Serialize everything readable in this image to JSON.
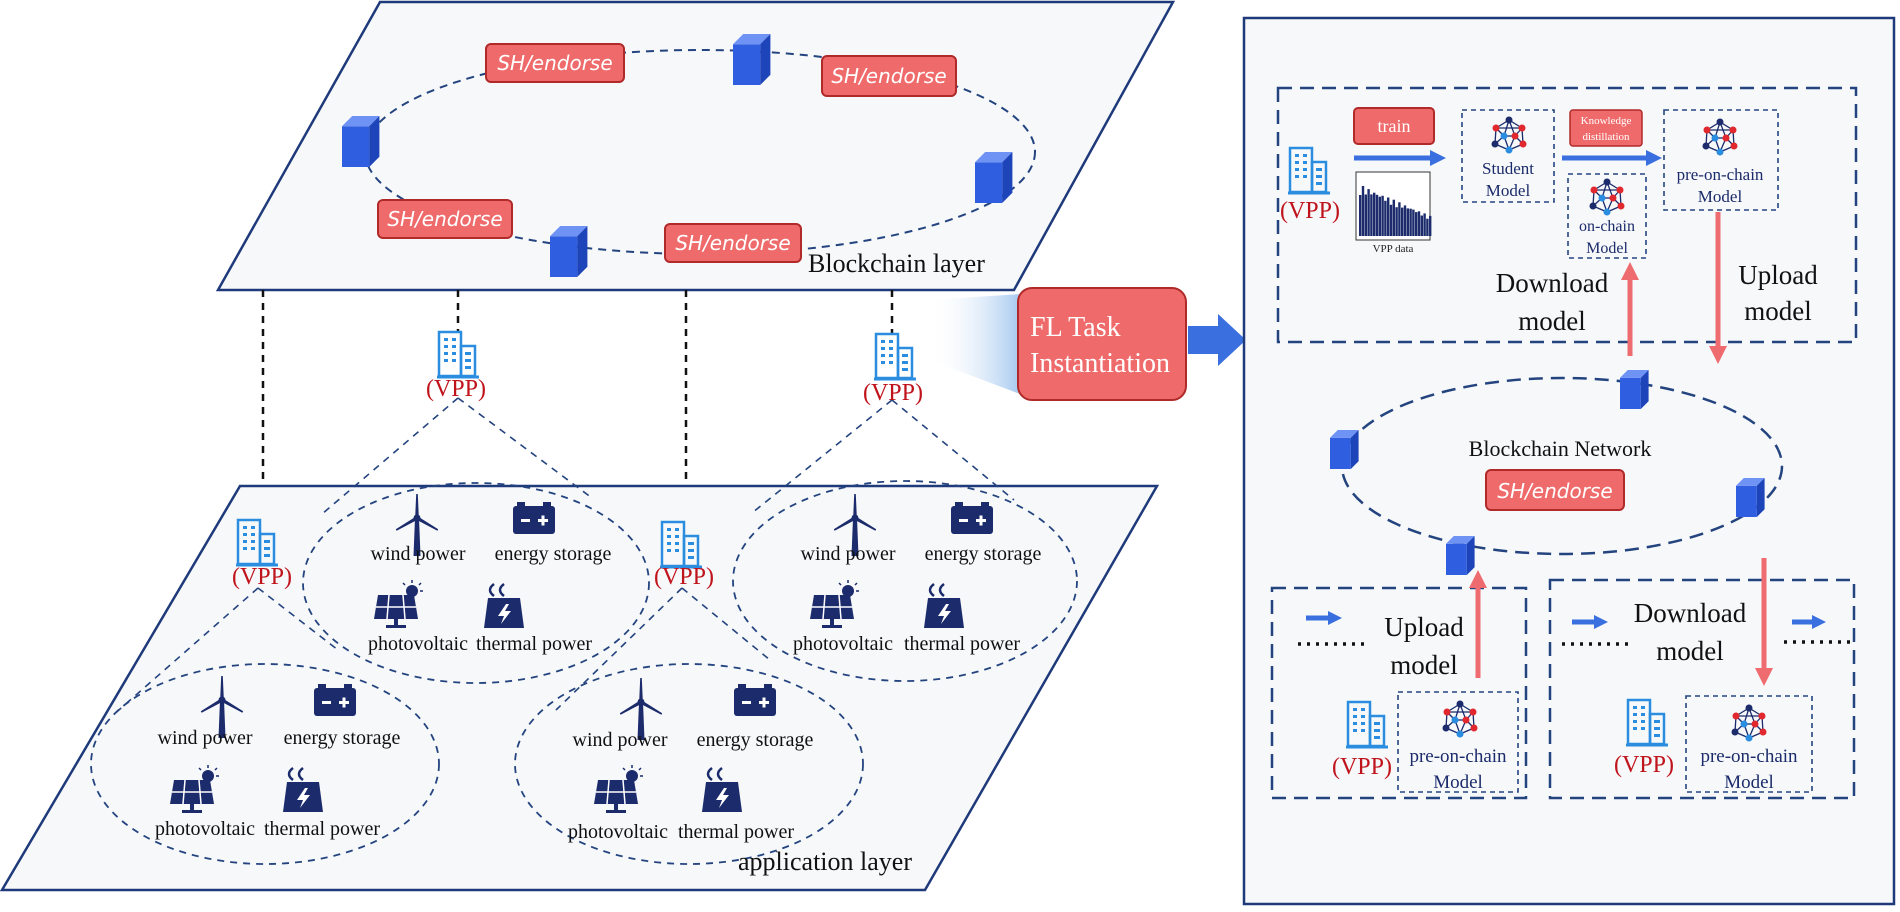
{
  "colors": {
    "plane_fill": "#f7f8fa",
    "plane_stroke": "#1f3a7a",
    "dash_blue": "#24447f",
    "badge_fill": "#ef6b6b",
    "badge_stroke": "#b02a2a",
    "badge_text": "#ffffff",
    "cube": "#2f5fe0",
    "icon_navy": "#1b2b6b",
    "icon_building": "#2b8de0",
    "vpp_red": "#c0141c",
    "text": "#111111",
    "arrow_blue": "#3a6fe0",
    "arrow_pink": "#ee6b70",
    "connector_black": "#111111"
  },
  "left": {
    "blockchain_layer": {
      "label": "Blockchain layer",
      "endorse_badges": [
        "SH/endorse",
        "SH/endorse",
        "SH/endorse",
        "SH/endorse"
      ]
    },
    "vpp_label": "(VPP)",
    "application_layer": {
      "label": "application layer",
      "clusters": [
        {
          "wind": "wind power",
          "storage": "energy storage",
          "pv": "photovoltaic",
          "thermal": "thermal power"
        },
        {
          "wind": "wind power",
          "storage": "energy storage",
          "pv": "photovoltaic",
          "thermal": "thermal power"
        },
        {
          "wind": "wind power",
          "storage": "energy storage",
          "pv": "photovoltaic",
          "thermal": "thermal power"
        },
        {
          "wind": "wind power",
          "storage": "energy storage",
          "pv": "photovoltaic",
          "thermal": "thermal power"
        }
      ]
    }
  },
  "fl_task": {
    "line1": "FL Task",
    "line2": "Instantiation"
  },
  "right": {
    "top_box": {
      "vpp": "(VPP)",
      "train": "train",
      "vpp_data": "VPP data",
      "student_line1": "Student",
      "student_line2": "Model",
      "kd_line1": "Knowledge",
      "kd_line2": "distillation",
      "pre_line1": "pre-on-chain",
      "pre_line2": "Model",
      "on_line1": "on-chain",
      "on_line2": "Model"
    },
    "download_line1": "Download",
    "download_line2": "model",
    "upload_line1": "Upload",
    "upload_line2": "model",
    "network": {
      "title": "Blockchain Network",
      "badge": "SH/endorse"
    },
    "bottom_left": {
      "upload_line1": "Upload",
      "upload_line2": "model",
      "vpp": "(VPP)",
      "model_line1": "pre-on-chain",
      "model_line2": "Model"
    },
    "bottom_right": {
      "download_line1": "Download",
      "download_line2": "model",
      "vpp": "(VPP)",
      "model_line1": "pre-on-chain",
      "model_line2": "Model"
    }
  }
}
